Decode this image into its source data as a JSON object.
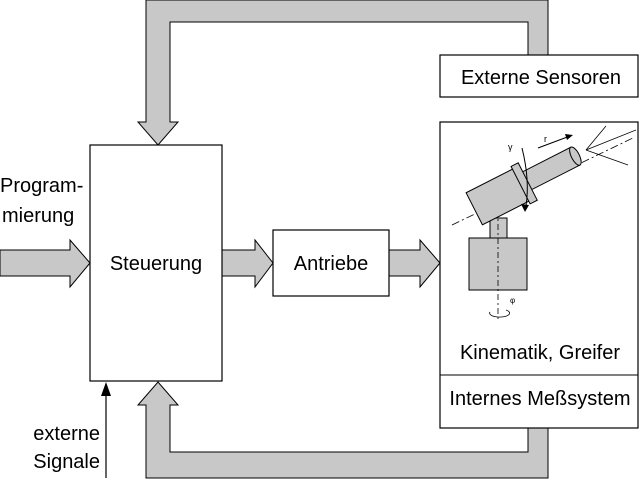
{
  "labels": {
    "programmierung_line1": "Program-",
    "programmierung_line2": "mierung",
    "steuerung": "Steuerung",
    "antriebe": "Antriebe",
    "externe_sensoren": "Externe Sensoren",
    "kinematik": "Kinematik, Greifer",
    "internes_messsystem": "Internes Meßsystem",
    "externe_signale_line1": "externe",
    "externe_signale_line2": "Signale"
  },
  "robot_symbols": {
    "gamma": "γ",
    "r": "r",
    "phi": "φ"
  },
  "colors": {
    "flow_fill": "#c8c8c8",
    "stroke": "#000000",
    "background": "#ffffff"
  }
}
